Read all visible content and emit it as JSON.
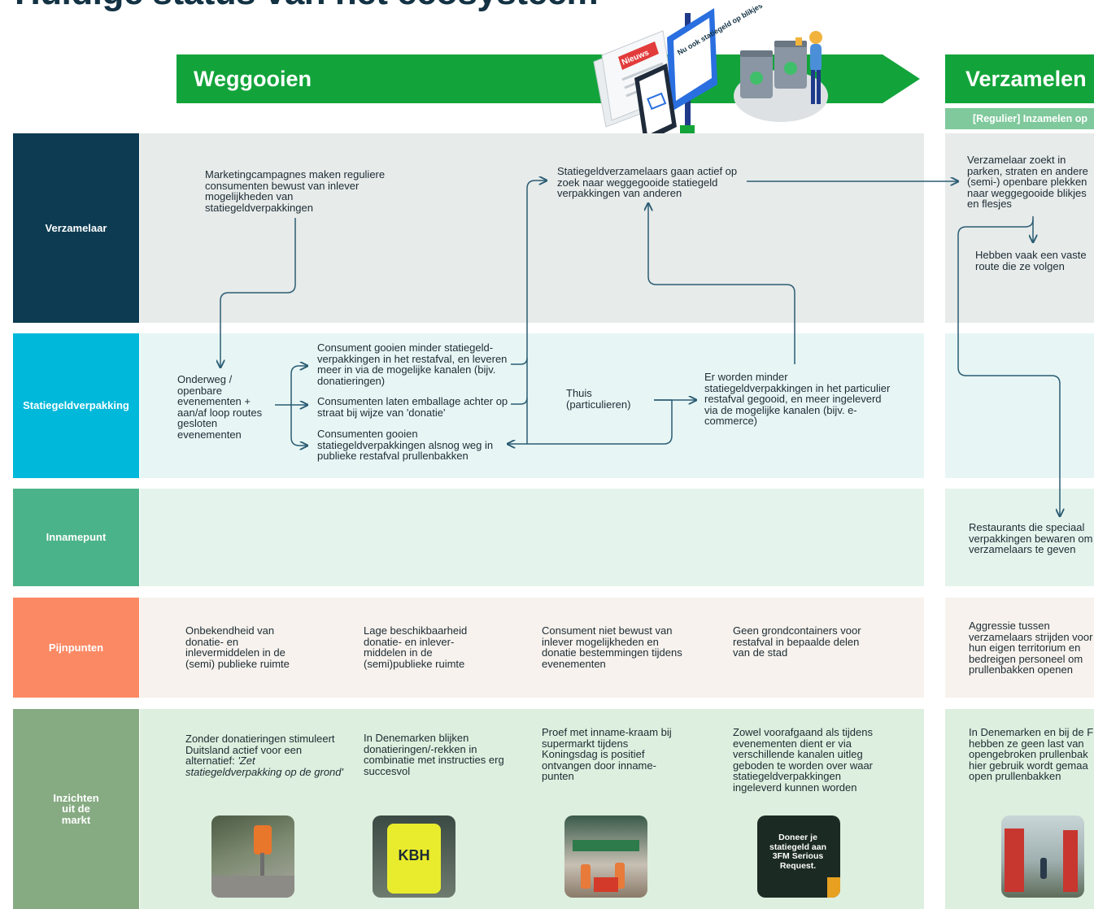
{
  "title": "Huidige status van het ecosysteem",
  "phases": [
    {
      "label": "Weggooien"
    },
    {
      "label": "Verzamelen",
      "sub_label": "[Regulier] Inzamelen op"
    }
  ],
  "illustration": {
    "newspaper_label": "Nieuws",
    "billboard_text": "Nu ook statiegeld op blikjes"
  },
  "lanes": [
    {
      "label": "Verzamelaar",
      "color": "#0c3b52",
      "bg": "#e7ebea"
    },
    {
      "label": "Statiegeldverpakking",
      "color": "#00b8d9",
      "bg": "#e7f6f5"
    },
    {
      "label": "Innamepunt",
      "color": "#4bb389",
      "bg": "#e4f4ec"
    },
    {
      "label": "Pijnpunten",
      "color": "#fb8964",
      "bg": "#f7f2ed"
    },
    {
      "label": "Inzichten uit de markt",
      "color": "#86ab82",
      "bg": "#ddefde"
    }
  ],
  "flow": {
    "marketing": "Marketingcampagnes maken reguliere consumenten bewust van inlever mogelijkheden van statiegeldverpakkingen",
    "verzamelaars_actief": "Statiegeldverzamelaars gaan actief op zoek naar weggegooide statiegeld verpakkingen van anderen",
    "verzamelaar_zoekt": "Verzamelaar zoekt in parken, straten en andere (semi-) openbare plekken naar weggegooide blikjes en flesjes",
    "vaste_route": "Hebben vaak een vaste route die ze volgen",
    "onderweg": "Onderweg / openbare evenementen + aan/af loop routes gesloten evenementen",
    "minder_restafval": "Consument gooien minder statiegeld-verpakkingen in het restafval, en leveren meer in via de mogelijke kanalen (bijv. donatieringen)",
    "emballage": "Consumenten laten emballage achter op straat bij wijze van 'donatie'",
    "alsnog_weg": "Consumenten gooien statiegeldverpakkingen alsnog weg in publieke restafval prullenbakken",
    "thuis": "Thuis (particulieren)",
    "particulier": "Er worden minder statiegeldverpakkingen in het particulier restafval gegooid, en meer ingeleverd via de mogelijke kanalen (bijv. e-commerce)",
    "restaurants": "Restaurants die speciaal verpakkingen bewaren om verzamelaars te geven"
  },
  "pain_points": [
    "Onbekendheid van donatie- en inlevermiddelen in de (semi) publieke ruimte",
    "Lage beschikbaarheid donatie- en inlever-middelen in de (semi)publieke ruimte",
    "Consument niet bewust van inlever mogelijkheden en donatie bestemmingen tijdens  evenementen",
    "Geen grondcontainers voor restafval in bepaalde delen van de stad",
    "Aggressie tussen verzamelaars strijden voor hun eigen territorium en bedreigen personeel om prullenbakken openen"
  ],
  "insights": [
    {
      "text": "Zonder donatieringen stimuleert Duitsland actief voor een alternatief: ",
      "italic": "'Zet statiegeldverpakking op de grond'"
    },
    {
      "text": "In Denemarken blijken donatieringen/-rekken in combinatie met instructies erg succesvol",
      "photo_text": "KBH"
    },
    {
      "text": "Proef met inname-kraam bij supermarkt tijdens Koningsdag is positief ontvangen door inname-punten"
    },
    {
      "text": "Zowel voorafgaand als tijdens evenementen dient er via verschillende kanalen uitleg geboden te worden over waar statiegeldverpakkingen ingeleverd kunnen worden",
      "photo_text": "Doneer je statiegeld aan 3FM Serious Request."
    },
    {
      "text": "In Denemarken en bij de F hebben ze geen last van opengebroken prullenbak hier gebruik wordt gemaa open prullenbakken"
    }
  ],
  "colors": {
    "title": "#133244",
    "phase_green": "#12a43a",
    "arrow_line": "#2b5c73",
    "sub_bar": "#7fc99c"
  }
}
